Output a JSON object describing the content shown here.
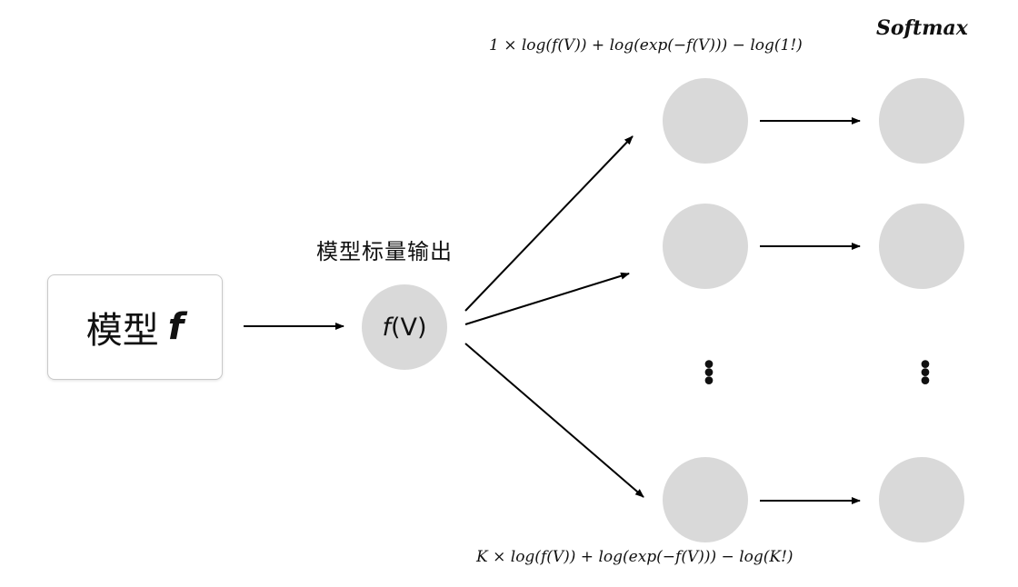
{
  "model_box": {
    "label": "模型",
    "symbol": "f"
  },
  "scalar_output": {
    "label": "模型标量输出",
    "node_function": "f",
    "node_arg": "(V)"
  },
  "formulas": {
    "top": "1 × log(f(V)) + log(exp(−f(V))) − log(1!)",
    "bottom": "K × log(f(V)) + log(exp(−f(V))) − log(K!)"
  },
  "softmax_label": "Softmax",
  "ellipsis": "⋮",
  "colors": {
    "node_fill": "#d9d9d9",
    "arrow": "#000000",
    "text": "#111111",
    "box_border": "#c9c9c9"
  }
}
